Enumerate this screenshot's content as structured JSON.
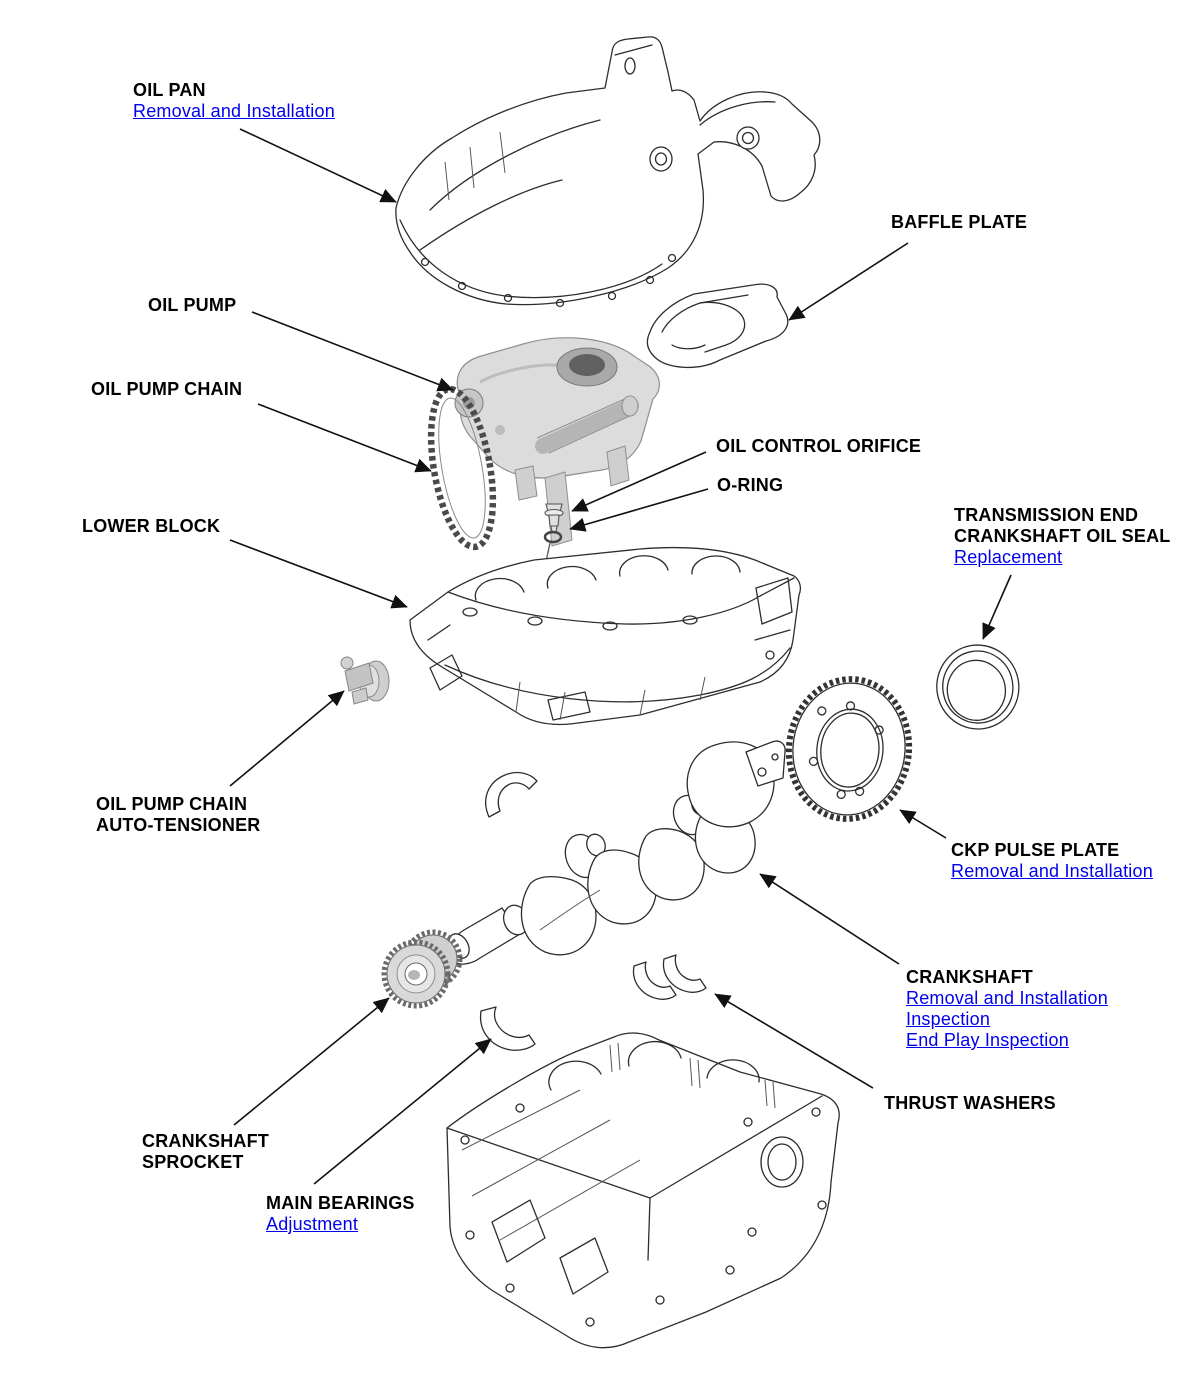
{
  "page": {
    "background": "#ffffff"
  },
  "colors": {
    "label_text": "#000000",
    "link_text": "#0000ee",
    "line_art": "#2d2d2d",
    "arrow": "#111111"
  },
  "callouts": {
    "oil_pan": {
      "title": "OIL PAN",
      "links": {
        "removal": "Removal and Installation"
      }
    },
    "baffle_plate": {
      "title": "BAFFLE PLATE"
    },
    "oil_pump": {
      "title": "OIL PUMP"
    },
    "oil_pump_chain": {
      "title": "OIL PUMP CHAIN"
    },
    "oil_control_orifice": {
      "title": "OIL CONTROL ORIFICE"
    },
    "o_ring": {
      "title": "O-RING"
    },
    "lower_block": {
      "title": "LOWER BLOCK"
    },
    "transmission_end_crankshaft_oil_seal": {
      "title_line1": "TRANSMISSION END",
      "title_line2": "CRANKSHAFT OIL SEAL",
      "links": {
        "replacement": "Replacement"
      }
    },
    "oil_pump_chain_auto_tensioner": {
      "title_line1": "OIL PUMP CHAIN",
      "title_line2": "AUTO-TENSIONER"
    },
    "ckp_pulse_plate": {
      "title": "CKP PULSE PLATE",
      "links": {
        "removal": "Removal and Installation"
      }
    },
    "crankshaft": {
      "title": "CRANKSHAFT",
      "links": {
        "removal": "Removal and Installation",
        "inspection": "Inspection",
        "end_play": "End Play Inspection"
      }
    },
    "thrust_washers": {
      "title": "THRUST WASHERS"
    },
    "crankshaft_sprocket": {
      "title_line1": "CRANKSHAFT",
      "title_line2": "SPROCKET"
    },
    "main_bearings": {
      "title": "MAIN BEARINGS",
      "links": {
        "adjustment": "Adjustment"
      }
    }
  }
}
